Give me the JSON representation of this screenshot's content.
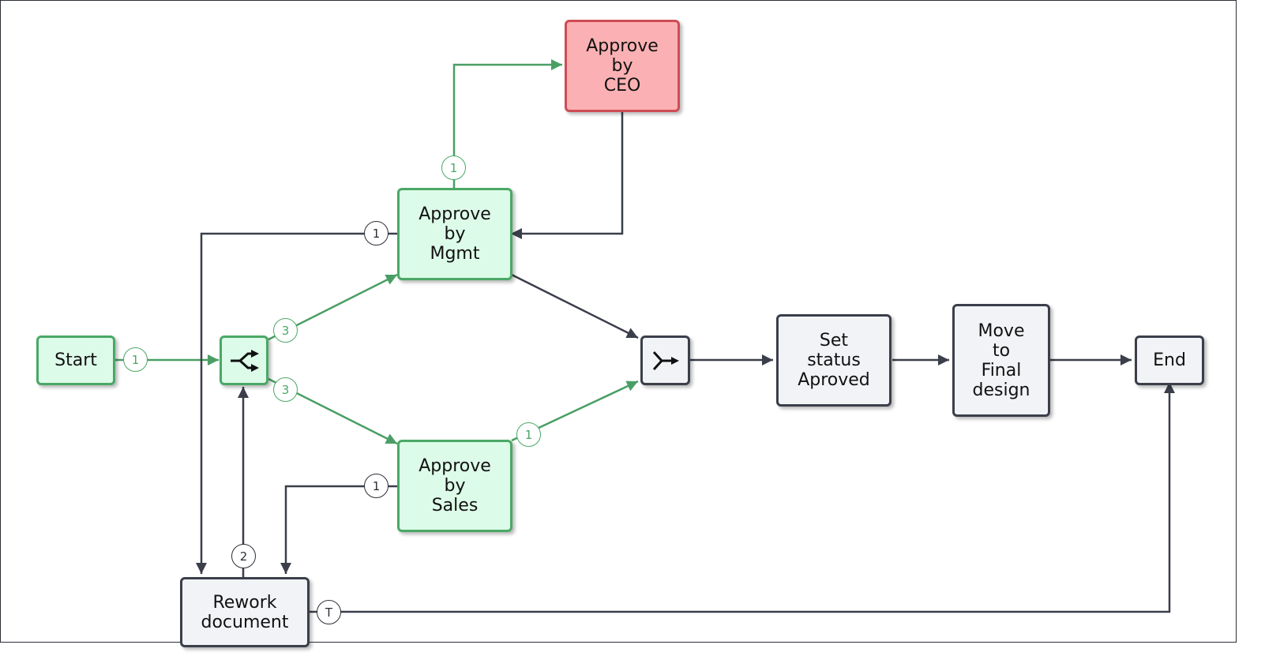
{
  "colors": {
    "green_line": "#4a9e65",
    "dark_line": "#3a3f4a",
    "green_fill": "#ddfbe9",
    "gray_fill": "#f1f3f6",
    "red_fill": "#fbb1b3"
  },
  "nodes": {
    "start": "Start",
    "approve_ceo": "Approve\nby\nCEO",
    "approve_mgmt": "Approve\nby\nMgmt",
    "approve_sales": "Approve\nby\nSales",
    "set_status": "Set\nstatus\nAproved",
    "move_final": "Move\nto\nFinal\ndesign",
    "end": "End",
    "rework": "Rework\ndocument",
    "split_gateway": "split-icon",
    "join_gateway": "join-icon"
  },
  "badges": {
    "start_out": "1",
    "mgmt_to_ceo": "1",
    "mgmt_to_rework": "1",
    "split_to_mgmt": "3",
    "split_to_sales": "3",
    "sales_to_join": "1",
    "sales_to_rework": "1",
    "rework_to_split": "2",
    "rework_to_end": "T"
  }
}
